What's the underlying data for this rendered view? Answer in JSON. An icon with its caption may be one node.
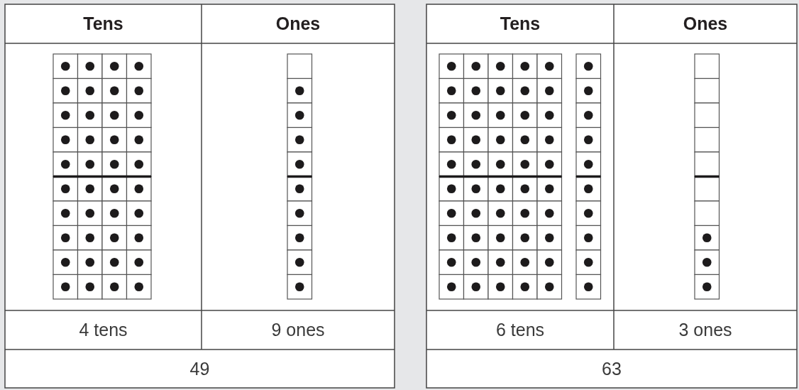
{
  "diagram": {
    "labels": [
      "Tens",
      "Ones",
      "4 tens",
      "9 ones",
      "49",
      "Tens",
      "Ones",
      "6 tens",
      "3 ones",
      "63"
    ]
  }
}
